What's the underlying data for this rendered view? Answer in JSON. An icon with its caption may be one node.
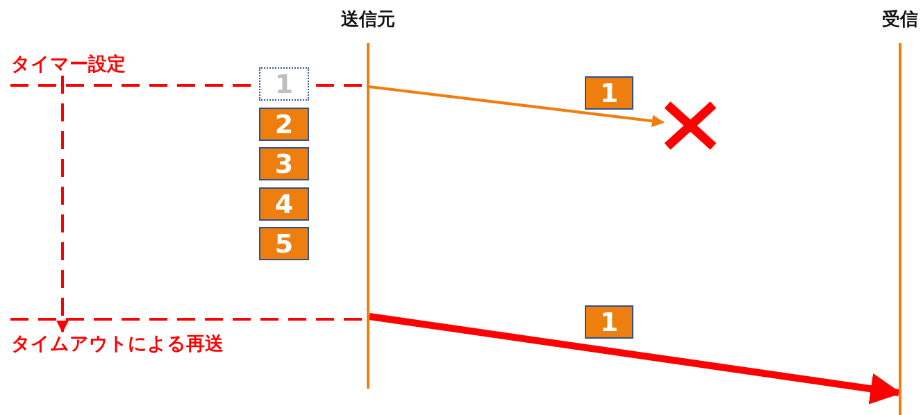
{
  "diagram": {
    "nodes": [
      {
        "text": [
          "送信元"
        ]
      },
      {
        "text": [
          "受信"
        ]
      },
      {
        "text": [
          "タイマー設定"
        ]
      },
      {
        "text": [
          "1"
        ]
      },
      {
        "text": [
          "2"
        ]
      },
      {
        "text": [
          "3"
        ]
      },
      {
        "text": [
          "4"
        ]
      },
      {
        "text": [
          "5"
        ]
      },
      {
        "text": [
          "1"
        ]
      },
      {
        "text": [],
        "shape": "cross"
      },
      {
        "text": [
          "1"
        ]
      },
      {
        "text": [
          "タイムアウトによる再送"
        ]
      }
    ],
    "edges": [
      {
        "from": 0,
        "to": 9,
        "arrow": "to",
        "color": "#ee7f0e"
      },
      {
        "from": 0,
        "to": 1,
        "arrow": "to",
        "style": "thick",
        "color": "#ff0000"
      },
      {
        "from": 2,
        "to": 11,
        "arrow": "to",
        "style": "dashed",
        "color": "#ff0000"
      }
    ]
  }
}
